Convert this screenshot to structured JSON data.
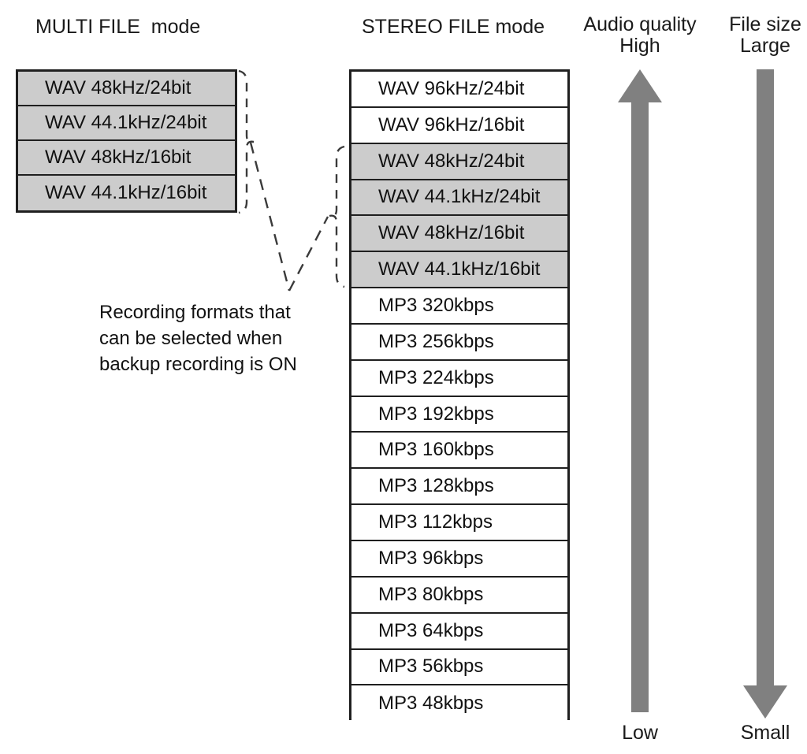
{
  "diagram": {
    "title_hidden": "Recording format list by mode",
    "colors": {
      "shaded_row_fill": "#cccccc",
      "row_border": "#1f1f1f",
      "arrow_gray": "#808080",
      "text": "#111111"
    }
  },
  "columns": {
    "multi": {
      "header": "MULTI FILE  mode",
      "rows": [
        {
          "label": "WAV 48kHz/24bit",
          "shaded": true
        },
        {
          "label": "WAV 44.1kHz/24bit",
          "shaded": true
        },
        {
          "label": "WAV 48kHz/16bit",
          "shaded": true
        },
        {
          "label": "WAV 44.1kHz/16bit",
          "shaded": true
        }
      ]
    },
    "stereo": {
      "header": "STEREO FILE mode",
      "rows": [
        {
          "label": "WAV 96kHz/24bit",
          "shaded": false
        },
        {
          "label": "WAV 96kHz/16bit",
          "shaded": false
        },
        {
          "label": "WAV 48kHz/24bit",
          "shaded": true
        },
        {
          "label": "WAV 44.1kHz/24bit",
          "shaded": true
        },
        {
          "label": "WAV 48kHz/16bit",
          "shaded": true
        },
        {
          "label": "WAV 44.1kHz/16bit",
          "shaded": true
        },
        {
          "label": "MP3 320kbps",
          "shaded": false
        },
        {
          "label": "MP3 256kbps",
          "shaded": false
        },
        {
          "label": "MP3 224kbps",
          "shaded": false
        },
        {
          "label": "MP3 192kbps",
          "shaded": false
        },
        {
          "label": "MP3 160kbps",
          "shaded": false
        },
        {
          "label": "MP3 128kbps",
          "shaded": false
        },
        {
          "label": "MP3 112kbps",
          "shaded": false
        },
        {
          "label": "MP3 96kbps",
          "shaded": false
        },
        {
          "label": "MP3 80kbps",
          "shaded": false
        },
        {
          "label": "MP3 64kbps",
          "shaded": false
        },
        {
          "label": "MP3 56kbps",
          "shaded": false
        },
        {
          "label": "MP3 48kbps",
          "shaded": false
        }
      ]
    }
  },
  "annotation": {
    "line1": "Recording formats that",
    "line2": "can be selected when",
    "line3": "backup recording is ON"
  },
  "axes": {
    "quality": {
      "title": "Audio quality",
      "top_label": "High",
      "bottom_label": "Low",
      "direction": "up"
    },
    "filesize": {
      "title": "File size",
      "top_label": "Large",
      "bottom_label": "Small",
      "direction": "down"
    }
  }
}
